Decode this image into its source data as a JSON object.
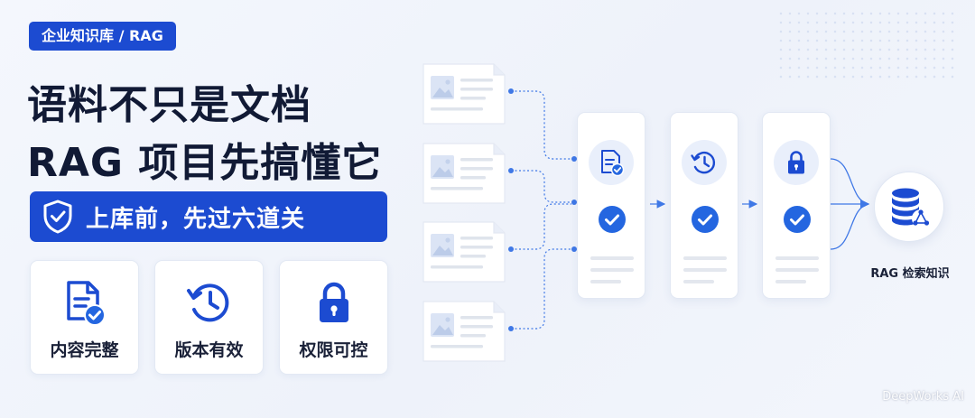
{
  "tag": "企业知识库 / RAG",
  "headline": {
    "line1": "语料不只是文档",
    "line2": "RAG 项目先搞懂它"
  },
  "banner": "上库前，先过六道关",
  "cards": [
    {
      "label": "内容完整",
      "icon": "document-check-icon"
    },
    {
      "label": "版本有效",
      "icon": "history-clock-icon"
    },
    {
      "label": "权限可控",
      "icon": "lock-icon"
    }
  ],
  "pipeline": {
    "documents": 4,
    "stages": [
      "document-check-icon",
      "history-clock-icon",
      "lock-icon"
    ],
    "target_icon": "database-network-icon",
    "target_label": "RAG 检索知识"
  },
  "watermark": "DeepWorks AI",
  "colors": {
    "primary": "#1c4bd1",
    "accent": "#2466e0",
    "connector": "#3f78e6"
  }
}
